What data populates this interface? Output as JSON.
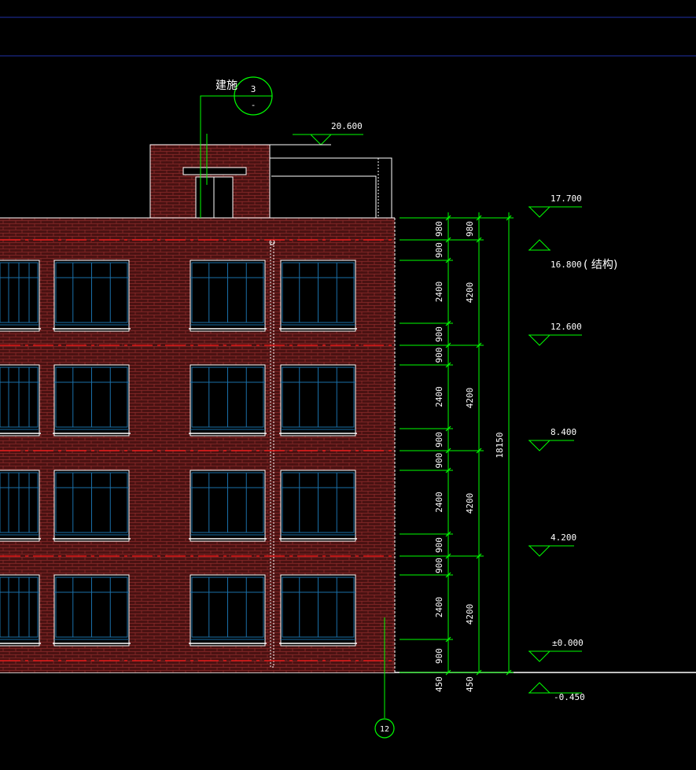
{
  "viewport_colors": {
    "background": "#000000",
    "brick": "#5a1616",
    "mortar": "#8a2a2a",
    "window_glass": "#1a6fa8",
    "window_frame": "#ffffff",
    "dim_line": "#00ff00",
    "floor_line": "#ff0000",
    "grid_line": "#1f2fa8"
  },
  "callout": {
    "label": "建施",
    "number": "3",
    "sub": "-"
  },
  "grid_axis": {
    "label": "12"
  },
  "structural_note": "( 结构)",
  "levels": [
    {
      "id": "roof-top",
      "label": "20.600"
    },
    {
      "id": "parapet",
      "label": "17.700"
    },
    {
      "id": "roof",
      "label": "16.800"
    },
    {
      "id": "floor-4",
      "label": "12.600"
    },
    {
      "id": "floor-3",
      "label": "8.400"
    },
    {
      "id": "floor-2",
      "label": "4.200"
    },
    {
      "id": "ground",
      "label": "±0.000"
    },
    {
      "id": "grade",
      "label": "-0.450"
    }
  ],
  "dims_inner": [
    "980",
    "900",
    "2400",
    "900",
    "900",
    "2400",
    "900",
    "900",
    "2400",
    "900",
    "900",
    "2400",
    "900",
    "450"
  ],
  "dims_middle": [
    "980",
    "4200",
    "4200",
    "4200",
    "4200",
    "450"
  ],
  "dim_total": "18150"
}
